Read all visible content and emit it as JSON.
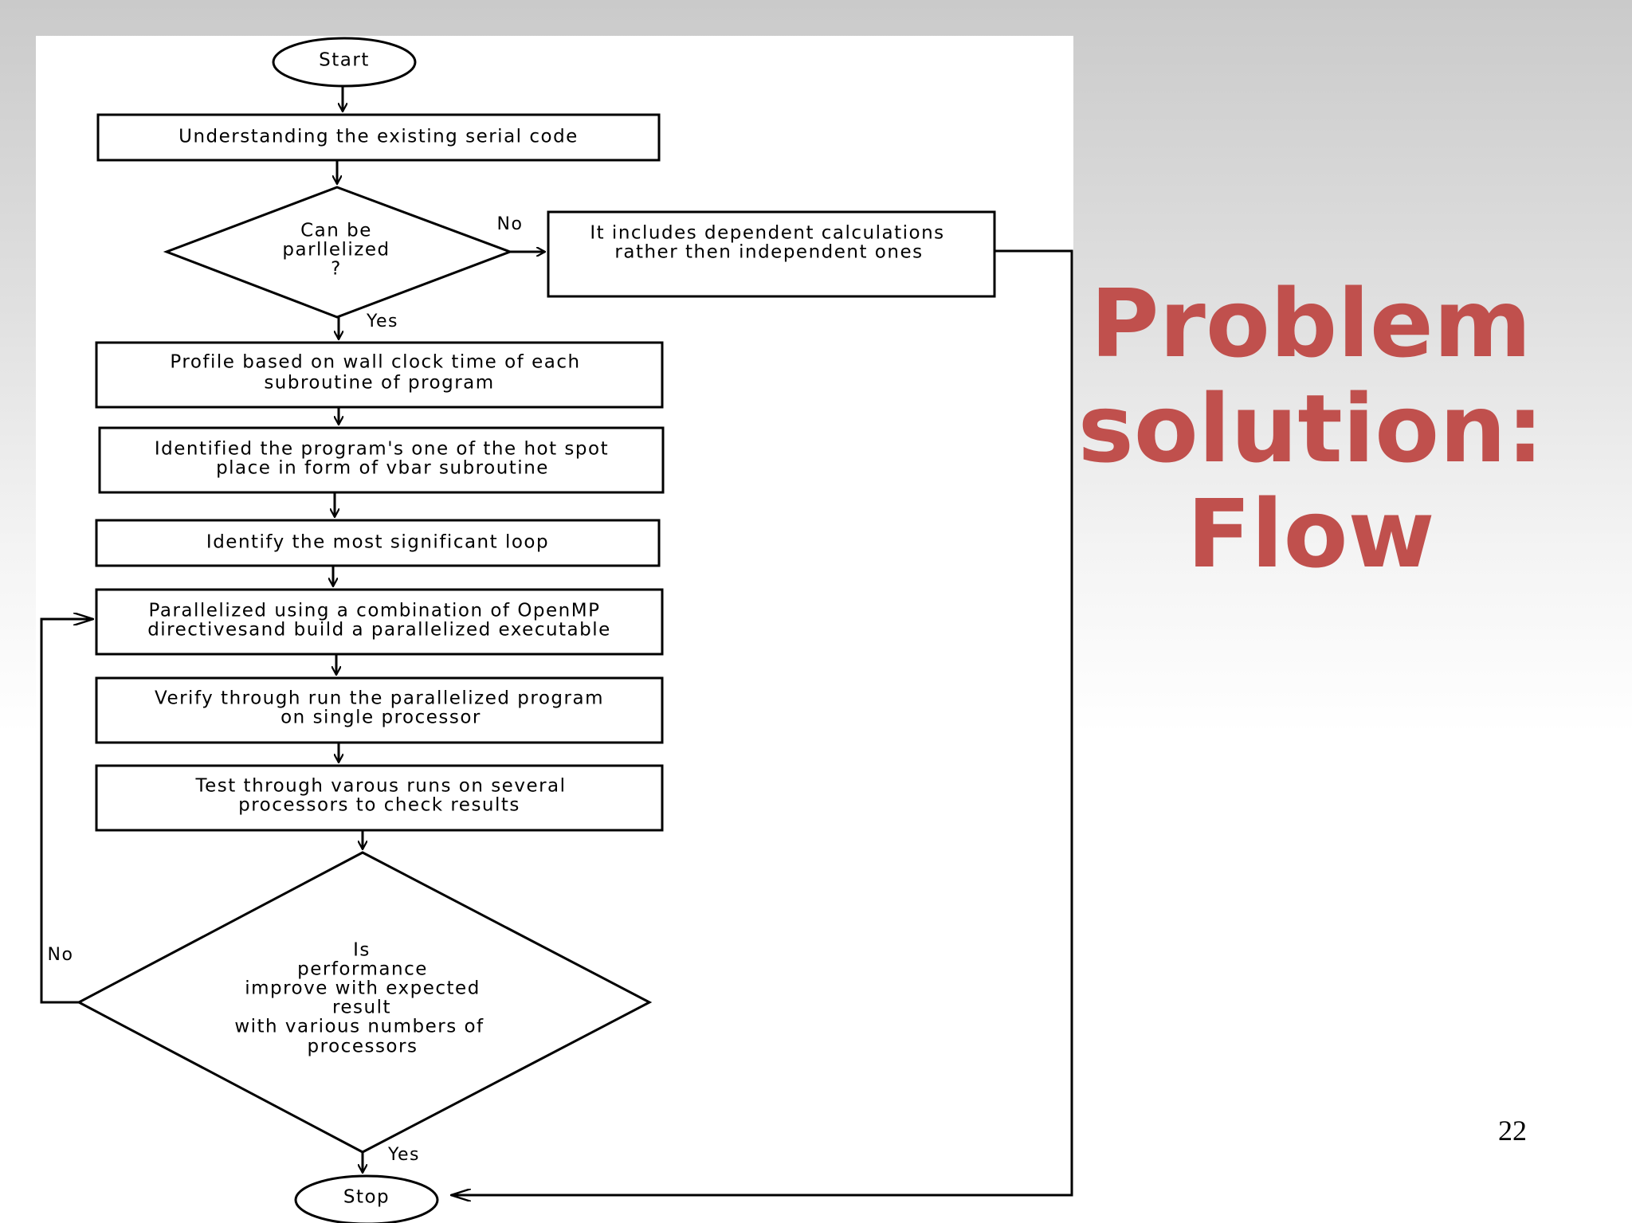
{
  "slide": {
    "title_lines": [
      "Problem",
      "solution:",
      "Flow"
    ],
    "number": "22",
    "title_color": "#c0504d"
  },
  "flowchart": {
    "start": "Start",
    "step_understand": "Understanding the existing serial code",
    "decision_parallel": [
      "Can be",
      "parllelized",
      "?"
    ],
    "no_branch_label": "No",
    "no_branch_box": [
      "It includes dependent calculations",
      "rather then independent ones"
    ],
    "yes_label": "Yes",
    "step_profile": [
      "Profile based on wall clock time of each",
      "subroutine of program"
    ],
    "step_identify_hotspot": [
      "Identified the program's one of the hot spot",
      "place in form of vbar subroutine"
    ],
    "step_identify_loop": "Identify the most significant loop",
    "step_parallelize": [
      "Parallelized using a combination of OpenMP",
      "directivesand build a parallelized executable"
    ],
    "step_verify": [
      "Verify through run the parallelized program",
      "on single processor"
    ],
    "step_test": [
      "Test through varous runs on several",
      "processors to check results"
    ],
    "decision_performance": [
      "Is",
      "performance",
      "improve with expected",
      "result",
      "with various numbers of",
      "processors"
    ],
    "loop_no_label": "No",
    "final_yes_label": "Yes",
    "stop": "Stop"
  }
}
